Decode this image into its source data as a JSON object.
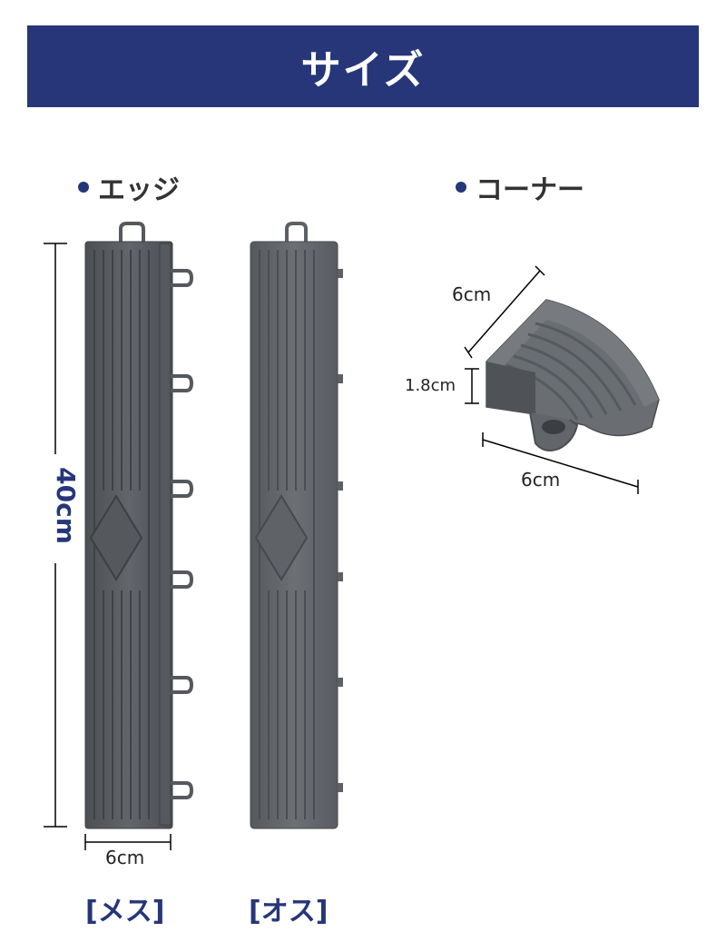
{
  "header": {
    "title": "サイズ"
  },
  "edge_section": {
    "label": "エッジ",
    "height_label": "40cm",
    "width_label": "6cm",
    "female_label": "[メス]",
    "male_label": "[オス]"
  },
  "corner_section": {
    "label": "コーナー",
    "top_width_label": "6cm",
    "height_label": "1.8cm",
    "bottom_width_label": "6cm"
  },
  "colors": {
    "banner": "#263679",
    "accent": "#263679",
    "tile": "#5a5e63"
  }
}
